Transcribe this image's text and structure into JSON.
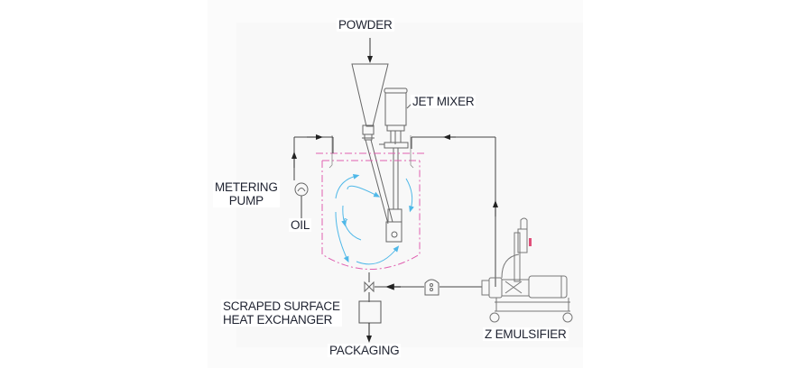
{
  "diagram": {
    "title": "Jet mixer and Z emulsifier process flow",
    "labels": {
      "powder": "POWDER",
      "jet_mixer": "JET MIXER",
      "metering_pump_line1": "METERING",
      "metering_pump_line2": "PUMP",
      "oil": "OIL",
      "heat_exchanger_line1": "SCRAPED SURFACE",
      "heat_exchanger_line2": "HEAT EXCHANGER",
      "packaging": "PACKAGING",
      "z_emulsifier": "Z EMULSIFIER"
    },
    "colors": {
      "line": "#555555",
      "vessel": "#e060b0",
      "flow_arrows": "#4fb8e8",
      "text": "#1e2230"
    }
  }
}
